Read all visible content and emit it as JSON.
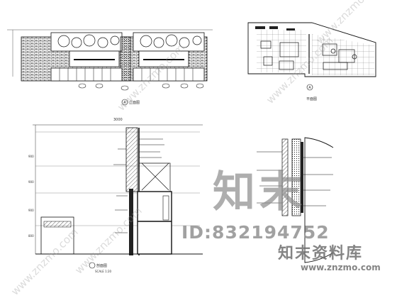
{
  "drawing": {
    "top_elevation": {
      "view_label": "立面图",
      "marker": "A"
    },
    "plan": {
      "view_label": "平面图",
      "marker": "A"
    },
    "section": {
      "view_label": "剖面图",
      "scale": "SCALE 1:20",
      "top_dimension": "3000"
    },
    "dims_left": [
      "900",
      "900",
      "900",
      "800"
    ]
  },
  "watermark": {
    "logo_text": "知末",
    "id_text": "ID:832194752",
    "brand_text": "知末资料库",
    "url_text": "www.znzmo.com",
    "diagonal_text": "www.znzmo.com"
  }
}
